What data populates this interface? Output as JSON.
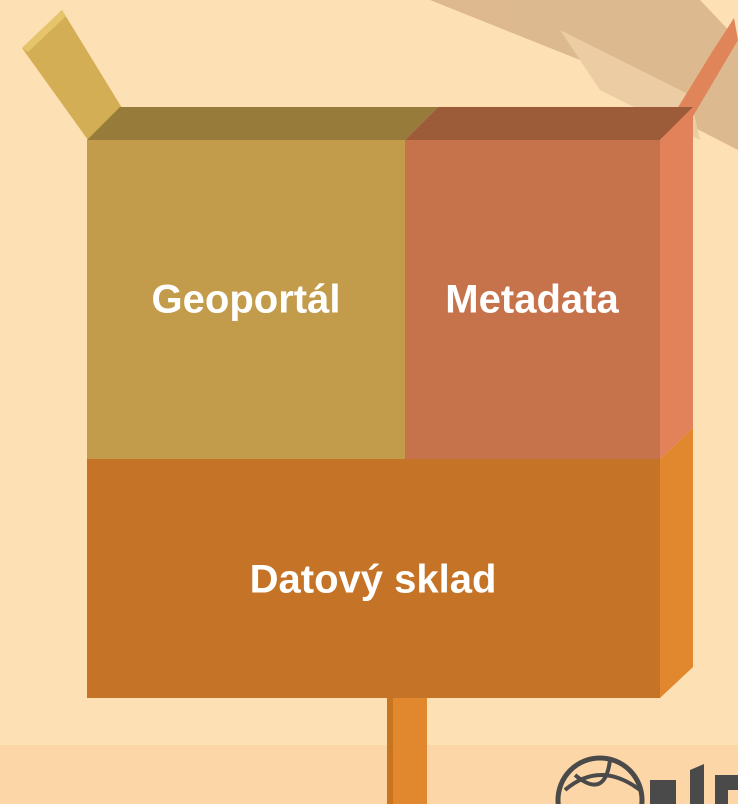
{
  "blocks": {
    "geoportal": "Geoportál",
    "metadata": "Metadata",
    "datovy_sklad": "Datový sklad"
  },
  "colors": {
    "background": "#fde0b4",
    "bottom_band": "#fcd6a6",
    "geoportal_face": "#c29b4b",
    "geoportal_top": "#977b3a",
    "metadata_face": "#c6734c",
    "metadata_top": "#9c5b39",
    "metadata_side": "#e1825a",
    "datovy_sklad_face": "#c57326",
    "datovy_sklad_side": "#e1882f",
    "left_flap": "#d4ae55",
    "right_flap": "#e08559",
    "stand": "#e1882f",
    "text": "#ffffff"
  },
  "logo": "globe-logo-icon"
}
